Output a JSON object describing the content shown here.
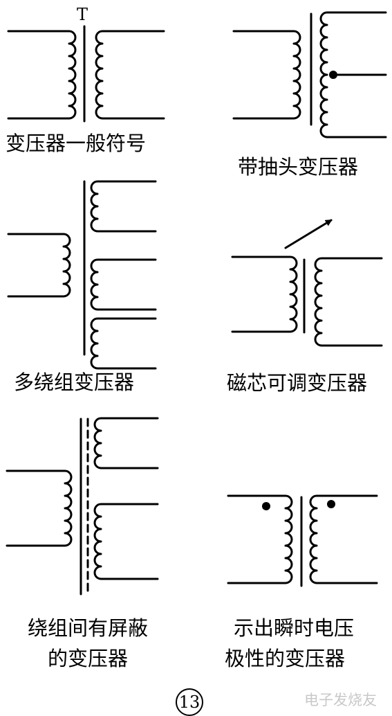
{
  "symbol_letter": "T",
  "labels": {
    "general": "变压器一般符号",
    "tapped": "带抽头变压器",
    "multi_winding": "多绕组变压器",
    "adjustable_core": "磁芯可调变压器",
    "shielded_line1": "绕组间有屏蔽",
    "shielded_line2": "的变压器",
    "polarity_line1": "示出瞬时电压",
    "polarity_line2": "极性的变压器"
  },
  "figure_number": "13",
  "watermark": "电子发烧友",
  "colors": {
    "ink": "#000000",
    "background": "#ffffff",
    "watermark": "#c8c8c8"
  }
}
